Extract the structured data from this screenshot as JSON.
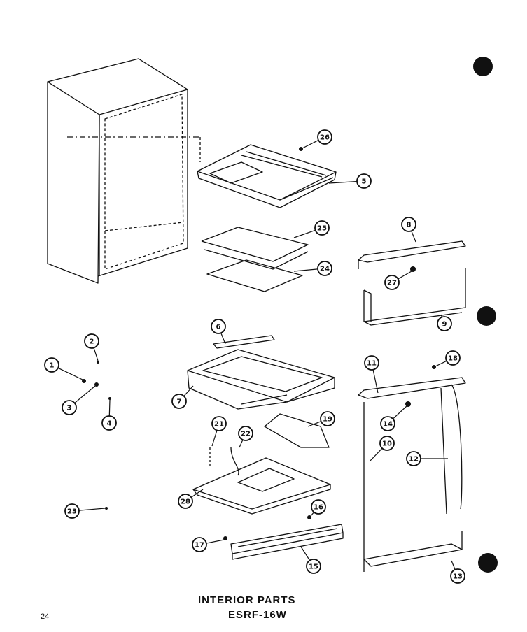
{
  "title_line1": "INTERIOR PARTS",
  "title_line2": "ESRF-16W",
  "page_number": "24",
  "callouts": [
    "1",
    "2",
    "3",
    "4",
    "5",
    "6",
    "7",
    "8",
    "9",
    "10",
    "11",
    "12",
    "13",
    "14",
    "15",
    "16",
    "17",
    "18",
    "19",
    "21",
    "22",
    "23",
    "24",
    "25",
    "26",
    "27",
    "28"
  ]
}
